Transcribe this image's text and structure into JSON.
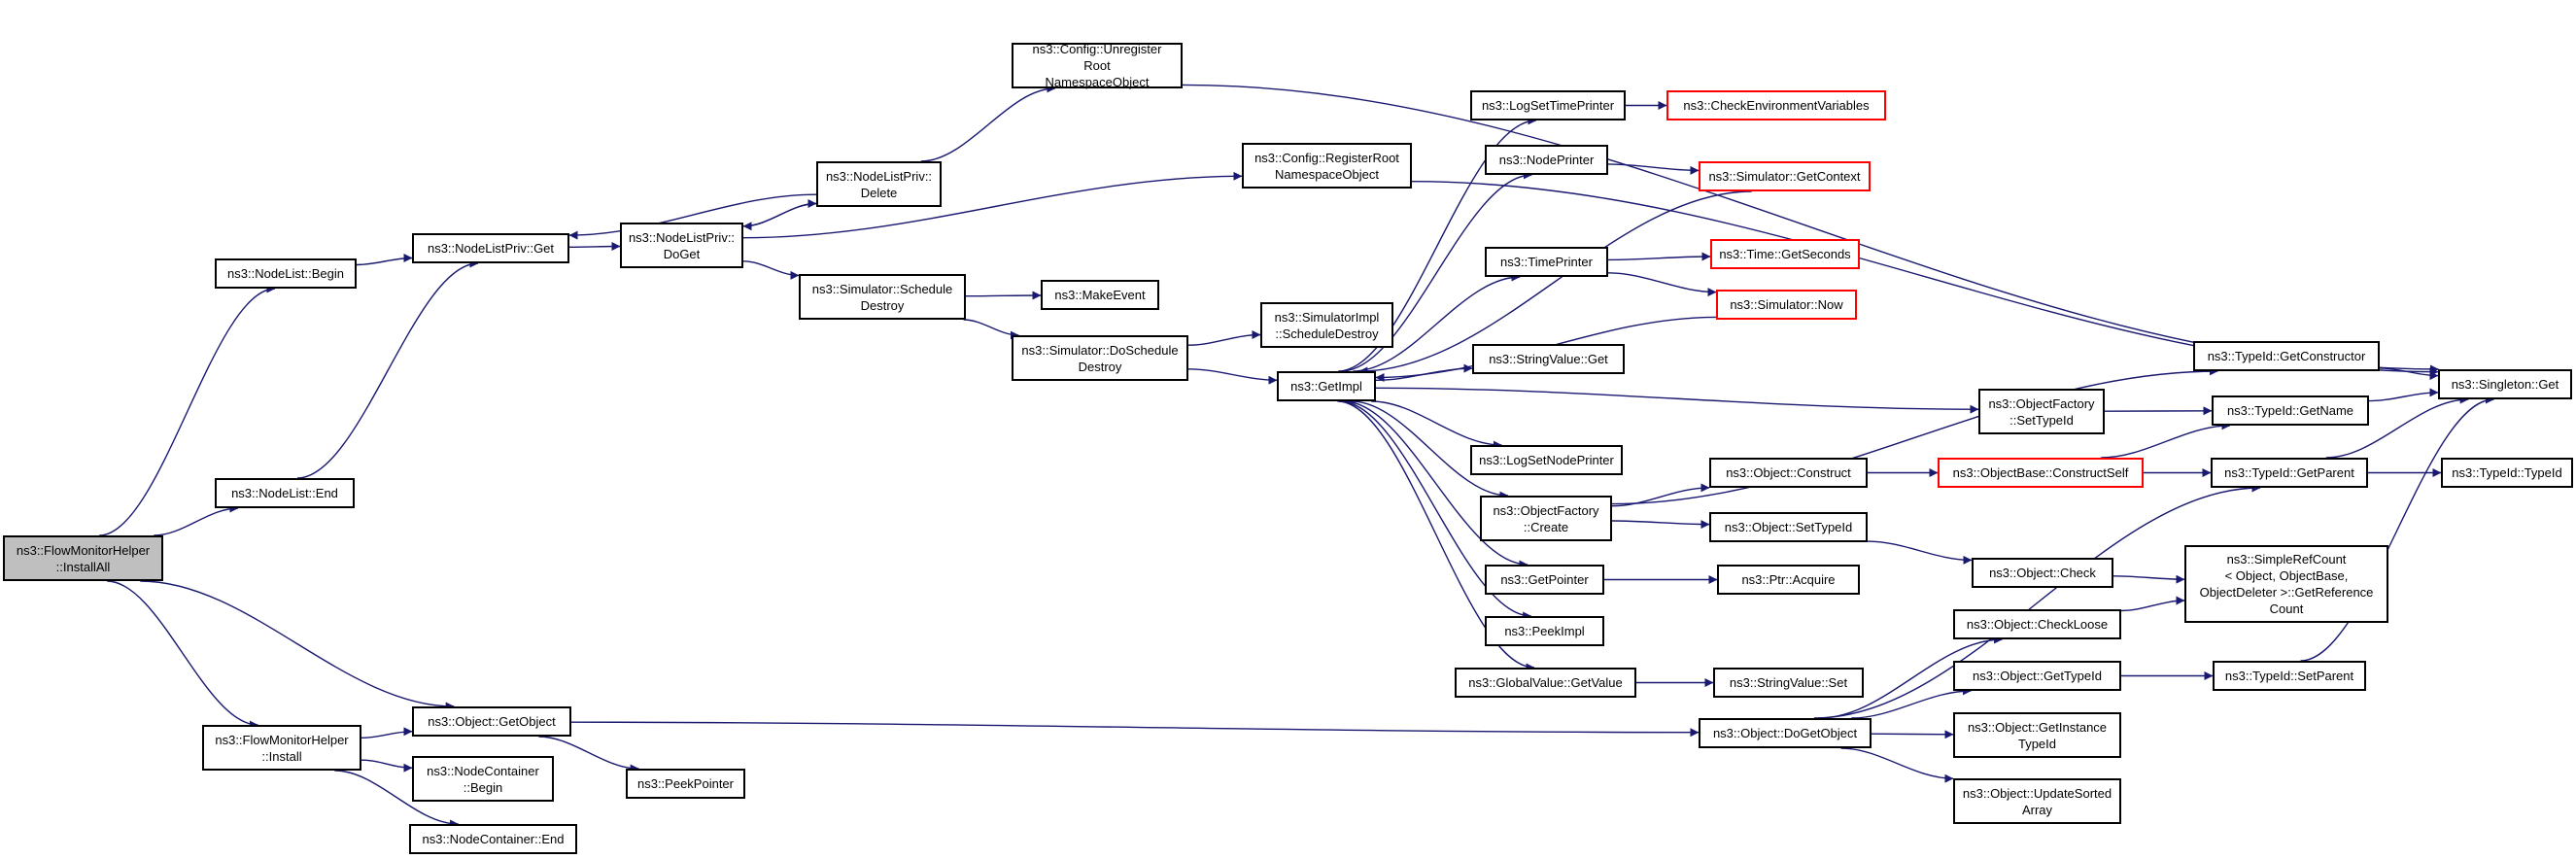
{
  "root": "n_install_all",
  "nodes": [
    {
      "id": "n_install_all",
      "label": "ns3::FlowMonitorHelper\n::InstallAll",
      "style": "root"
    },
    {
      "id": "n_nodelist_begin",
      "label": "ns3::NodeList::Begin",
      "style": "normal"
    },
    {
      "id": "n_nodelist_end",
      "label": "ns3::NodeList::End",
      "style": "normal"
    },
    {
      "id": "n_fmh_install",
      "label": "ns3::FlowMonitorHelper\n::Install",
      "style": "normal"
    },
    {
      "id": "n_object_getobject",
      "label": "ns3::Object::GetObject",
      "style": "normal"
    },
    {
      "id": "n_nodecontainer_begin",
      "label": "ns3::NodeContainer\n::Begin",
      "style": "normal"
    },
    {
      "id": "n_nodecontainer_end",
      "label": "ns3::NodeContainer::End",
      "style": "normal"
    },
    {
      "id": "n_nodelistpriv_get",
      "label": "ns3::NodeListPriv::Get",
      "style": "normal"
    },
    {
      "id": "n_nodelistpriv_doget",
      "label": "ns3::NodeListPriv::\nDoGet",
      "style": "normal"
    },
    {
      "id": "n_nodelistpriv_delete",
      "label": "ns3::NodeListPriv::\nDelete",
      "style": "normal"
    },
    {
      "id": "n_config_unregister",
      "label": "ns3::Config::Unregister\nRoot\nNamespaceObject",
      "style": "normal"
    },
    {
      "id": "n_config_register",
      "label": "ns3::Config::RegisterRoot\nNamespaceObject",
      "style": "normal"
    },
    {
      "id": "n_sim_schedule_destroy",
      "label": "ns3::Simulator::Schedule\nDestroy",
      "style": "normal"
    },
    {
      "id": "n_makeevent",
      "label": "ns3::MakeEvent",
      "style": "normal"
    },
    {
      "id": "n_sim_doschedule_destroy",
      "label": "ns3::Simulator::DoSchedule\nDestroy",
      "style": "normal"
    },
    {
      "id": "n_simimpl_schedule_destroy",
      "label": "ns3::SimulatorImpl\n::ScheduleDestroy",
      "style": "normal"
    },
    {
      "id": "n_getimpl",
      "label": "ns3::GetImpl",
      "style": "normal"
    },
    {
      "id": "n_peekpointer",
      "label": "ns3::PeekPointer",
      "style": "normal"
    },
    {
      "id": "n_logsettimeprinter",
      "label": "ns3::LogSetTimePrinter",
      "style": "normal"
    },
    {
      "id": "n_checkenv",
      "label": "ns3::CheckEnvironmentVariables",
      "style": "red"
    },
    {
      "id": "n_nodeprinter",
      "label": "ns3::NodePrinter",
      "style": "normal"
    },
    {
      "id": "n_sim_getcontext",
      "label": "ns3::Simulator::GetContext",
      "style": "red"
    },
    {
      "id": "n_timeprinter",
      "label": "ns3::TimePrinter",
      "style": "normal"
    },
    {
      "id": "n_time_getseconds",
      "label": "ns3::Time::GetSeconds",
      "style": "red"
    },
    {
      "id": "n_sim_now",
      "label": "ns3::Simulator::Now",
      "style": "red"
    },
    {
      "id": "n_stringvalue_get",
      "label": "ns3::StringValue::Get",
      "style": "normal"
    },
    {
      "id": "n_logsetnodeprinter",
      "label": "ns3::LogSetNodePrinter",
      "style": "normal"
    },
    {
      "id": "n_objectfactory_create",
      "label": "ns3::ObjectFactory\n::Create",
      "style": "normal"
    },
    {
      "id": "n_getpointer",
      "label": "ns3::GetPointer",
      "style": "normal"
    },
    {
      "id": "n_peekimpl",
      "label": "ns3::PeekImpl",
      "style": "normal"
    },
    {
      "id": "n_globalvalue_getvalue",
      "label": "ns3::GlobalValue::GetValue",
      "style": "normal"
    },
    {
      "id": "n_object_construct",
      "label": "ns3::Object::Construct",
      "style": "normal"
    },
    {
      "id": "n_object_settypeid",
      "label": "ns3::Object::SetTypeId",
      "style": "normal"
    },
    {
      "id": "n_ptr_acquire",
      "label": "ns3::Ptr::Acquire",
      "style": "normal"
    },
    {
      "id": "n_stringvalue_set",
      "label": "ns3::StringValue::Set",
      "style": "normal"
    },
    {
      "id": "n_object_dogetobject",
      "label": "ns3::Object::DoGetObject",
      "style": "normal"
    },
    {
      "id": "n_objectfactory_settypeid",
      "label": "ns3::ObjectFactory\n::SetTypeId",
      "style": "normal"
    },
    {
      "id": "n_objectbase_constructself",
      "label": "ns3::ObjectBase::ConstructSelf",
      "style": "red"
    },
    {
      "id": "n_typeid_getconstructor",
      "label": "ns3::TypeId::GetConstructor",
      "style": "normal"
    },
    {
      "id": "n_typeid_getname",
      "label": "ns3::TypeId::GetName",
      "style": "normal"
    },
    {
      "id": "n_typeid_getparent",
      "label": "ns3::TypeId::GetParent",
      "style": "normal"
    },
    {
      "id": "n_object_check",
      "label": "ns3::Object::Check",
      "style": "normal"
    },
    {
      "id": "n_object_checkloose",
      "label": "ns3::Object::CheckLoose",
      "style": "normal"
    },
    {
      "id": "n_object_gettypeid",
      "label": "ns3::Object::GetTypeId",
      "style": "normal"
    },
    {
      "id": "n_object_getinstancetypeid",
      "label": "ns3::Object::GetInstance\nTypeId",
      "style": "normal"
    },
    {
      "id": "n_object_updatesortedarray",
      "label": "ns3::Object::UpdateSorted\nArray",
      "style": "normal"
    },
    {
      "id": "n_singleton_get",
      "label": "ns3::Singleton::Get",
      "style": "normal"
    },
    {
      "id": "n_typeid_typeid",
      "label": "ns3::TypeId::TypeId",
      "style": "normal"
    },
    {
      "id": "n_simplerefcount",
      "label": "ns3::SimpleRefCount\n< Object, ObjectBase,\nObjectDeleter >::GetReference\nCount",
      "style": "normal"
    },
    {
      "id": "n_typeid_setparent",
      "label": "ns3::TypeId::SetParent",
      "style": "normal"
    }
  ],
  "edges": [
    [
      "n_install_all",
      "n_nodelist_begin"
    ],
    [
      "n_install_all",
      "n_nodelist_end"
    ],
    [
      "n_install_all",
      "n_fmh_install"
    ],
    [
      "n_install_all",
      "n_object_getobject"
    ],
    [
      "n_nodelist_begin",
      "n_nodelistpriv_get"
    ],
    [
      "n_nodelist_end",
      "n_nodelistpriv_get"
    ],
    [
      "n_fmh_install",
      "n_object_getobject"
    ],
    [
      "n_fmh_install",
      "n_nodecontainer_begin"
    ],
    [
      "n_fmh_install",
      "n_nodecontainer_end"
    ],
    [
      "n_object_getobject",
      "n_peekpointer"
    ],
    [
      "n_object_getobject",
      "n_object_dogetobject"
    ],
    [
      "n_nodelistpriv_get",
      "n_nodelistpriv_doget"
    ],
    [
      "n_nodelistpriv_doget",
      "n_nodelistpriv_delete"
    ],
    [
      "n_nodelistpriv_delete",
      "n_nodelistpriv_doget"
    ],
    [
      "n_nodelistpriv_delete",
      "n_nodelistpriv_get"
    ],
    [
      "n_nodelistpriv_doget",
      "n_config_register"
    ],
    [
      "n_nodelistpriv_doget",
      "n_sim_schedule_destroy"
    ],
    [
      "n_nodelistpriv_delete",
      "n_config_unregister"
    ],
    [
      "n_config_unregister",
      "n_singleton_get"
    ],
    [
      "n_config_register",
      "n_singleton_get"
    ],
    [
      "n_sim_schedule_destroy",
      "n_makeevent"
    ],
    [
      "n_sim_schedule_destroy",
      "n_sim_doschedule_destroy"
    ],
    [
      "n_sim_doschedule_destroy",
      "n_simimpl_schedule_destroy"
    ],
    [
      "n_sim_doschedule_destroy",
      "n_getimpl"
    ],
    [
      "n_getimpl",
      "n_logsettimeprinter"
    ],
    [
      "n_getimpl",
      "n_nodeprinter"
    ],
    [
      "n_getimpl",
      "n_timeprinter"
    ],
    [
      "n_getimpl",
      "n_stringvalue_get"
    ],
    [
      "n_getimpl",
      "n_logsetnodeprinter"
    ],
    [
      "n_getimpl",
      "n_objectfactory_create"
    ],
    [
      "n_getimpl",
      "n_getpointer"
    ],
    [
      "n_getimpl",
      "n_peekimpl"
    ],
    [
      "n_getimpl",
      "n_globalvalue_getvalue"
    ],
    [
      "n_getimpl",
      "n_objectfactory_settypeid"
    ],
    [
      "n_logsettimeprinter",
      "n_checkenv"
    ],
    [
      "n_nodeprinter",
      "n_sim_getcontext"
    ],
    [
      "n_sim_getcontext",
      "n_getimpl"
    ],
    [
      "n_timeprinter",
      "n_time_getseconds"
    ],
    [
      "n_timeprinter",
      "n_sim_now"
    ],
    [
      "n_sim_now",
      "n_getimpl"
    ],
    [
      "n_objectfactory_create",
      "n_typeid_getconstructor"
    ],
    [
      "n_objectfactory_create",
      "n_object_construct"
    ],
    [
      "n_objectfactory_create",
      "n_object_settypeid"
    ],
    [
      "n_getpointer",
      "n_ptr_acquire"
    ],
    [
      "n_globalvalue_getvalue",
      "n_stringvalue_set"
    ],
    [
      "n_object_construct",
      "n_objectbase_constructself"
    ],
    [
      "n_object_settypeid",
      "n_object_check"
    ],
    [
      "n_objectfactory_settypeid",
      "n_typeid_getname"
    ],
    [
      "n_objectbase_constructself",
      "n_typeid_getname"
    ],
    [
      "n_objectbase_constructself",
      "n_typeid_getparent"
    ],
    [
      "n_typeid_getconstructor",
      "n_singleton_get"
    ],
    [
      "n_typeid_getname",
      "n_singleton_get"
    ],
    [
      "n_typeid_getparent",
      "n_singleton_get"
    ],
    [
      "n_typeid_getparent",
      "n_typeid_typeid"
    ],
    [
      "n_object_check",
      "n_simplerefcount"
    ],
    [
      "n_object_checkloose",
      "n_simplerefcount"
    ],
    [
      "n_object_gettypeid",
      "n_typeid_setparent"
    ],
    [
      "n_typeid_setparent",
      "n_singleton_get"
    ],
    [
      "n_object_dogetobject",
      "n_typeid_getparent"
    ],
    [
      "n_object_dogetobject",
      "n_object_checkloose"
    ],
    [
      "n_object_dogetobject",
      "n_object_gettypeid"
    ],
    [
      "n_object_dogetobject",
      "n_object_getinstancetypeid"
    ],
    [
      "n_object_dogetobject",
      "n_object_updatesortedarray"
    ]
  ],
  "colors": {
    "edge": "#191970",
    "normal_border": "#000000",
    "red_border": "#ff0000",
    "root_fill": "#bfbfbf"
  }
}
